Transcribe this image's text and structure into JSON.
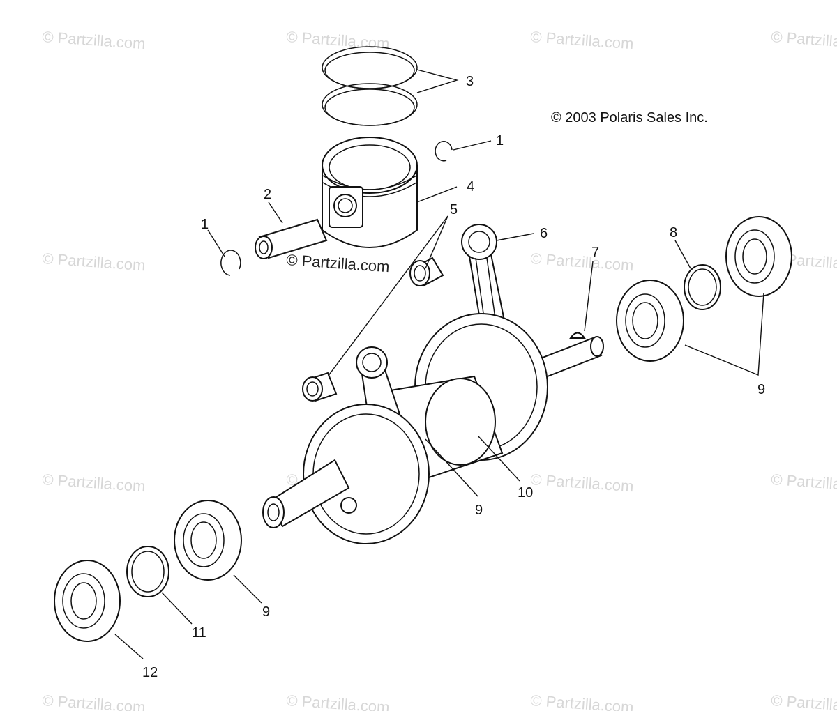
{
  "watermark_text": "© Partzilla.com",
  "center_watermark_text": "© Partzilla.com",
  "copyright": "© 2003 Polaris Sales Inc.",
  "callouts": {
    "c1a": "1",
    "c1b": "1",
    "c2": "2",
    "c3": "3",
    "c4": "4",
    "c5": "5",
    "c6": "6",
    "c7": "7",
    "c8": "8",
    "c9a": "9",
    "c9b": "9",
    "c9c": "9",
    "c10": "10",
    "c11": "11",
    "c12": "12"
  }
}
